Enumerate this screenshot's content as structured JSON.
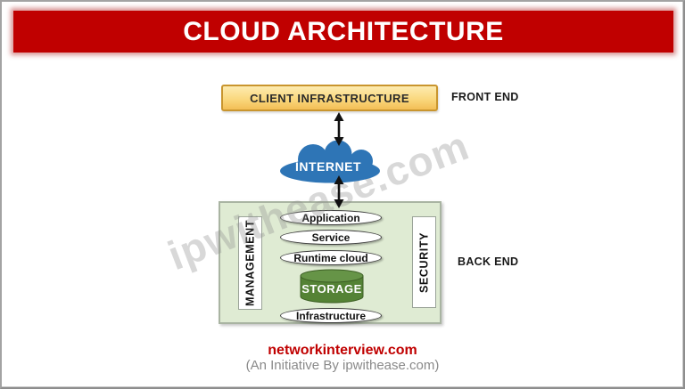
{
  "banner": {
    "title": "CLOUD ARCHITECTURE"
  },
  "front_end": {
    "box_label": "CLIENT INFRASTRUCTURE",
    "side_label": "FRONT END"
  },
  "internet": {
    "label": "INTERNET"
  },
  "back_end": {
    "side_label": "BACK END",
    "management_label": "MANAGEMENT",
    "security_label": "SECURITY",
    "ovals": [
      "Application",
      "Service",
      "Runtime cloud"
    ],
    "storage_label": "STORAGE",
    "infrastructure_label": "Infrastructure"
  },
  "watermark": "ipwithease.com",
  "footer": {
    "site": "networkinterview.com",
    "tagline": "(An Initiative By ipwithease.com)"
  },
  "colors": {
    "banner_red": "#C00000",
    "client_box_top": "#FDEBB0",
    "client_box_bottom": "#F3BE56",
    "client_box_border": "#C9952E",
    "cloud_blue": "#2E75B6",
    "backend_green": "#DFEBD3",
    "storage_green": "#548235",
    "footer_red": "#C00000",
    "tagline_gray": "#8A8A8A"
  }
}
